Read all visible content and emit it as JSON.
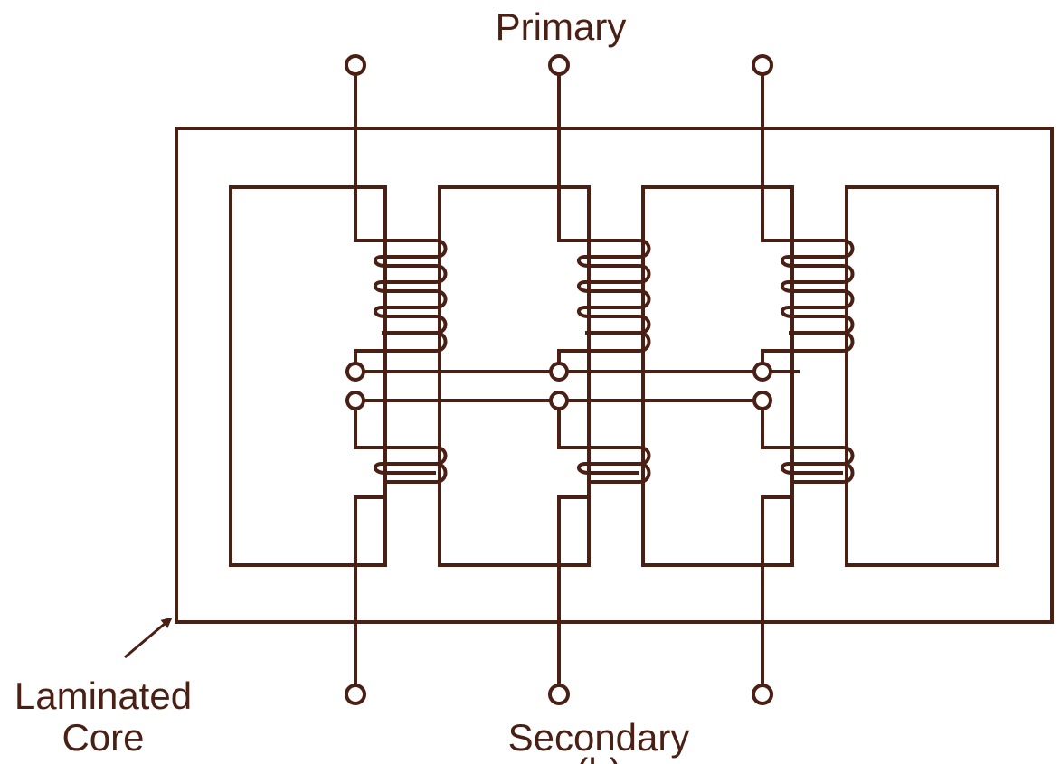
{
  "labels": {
    "primary": "Primary",
    "secondary": "Secondary",
    "core_line1": "Laminated",
    "core_line2": "Core",
    "figure_tag": "(b)"
  },
  "colors": {
    "stroke": "#4a1f14",
    "background": "#ffffff"
  },
  "diagram": {
    "phases": 3,
    "primary_turns": 4,
    "secondary_turns": 1
  }
}
